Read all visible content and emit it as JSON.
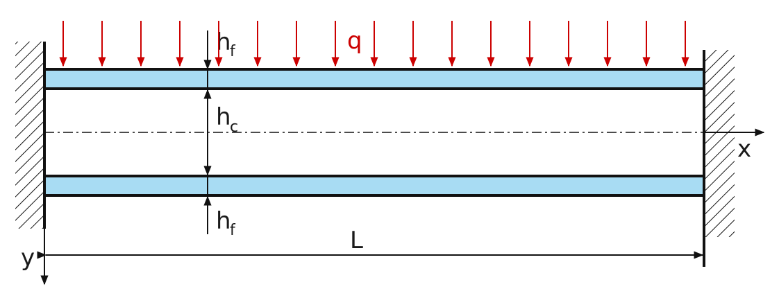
{
  "labels": {
    "load": "q",
    "face_top_main": "h",
    "face_top_sub": "f",
    "core_main": "h",
    "core_sub": "c",
    "face_bottom_main": "h",
    "face_bottom_sub": "f",
    "length": "L",
    "x_axis": "x",
    "y_axis": "y"
  },
  "colors": {
    "load": "#cc0000",
    "face_fill": "#a8dcf3",
    "line": "#111111"
  },
  "load": {
    "arrow_count": 17
  }
}
